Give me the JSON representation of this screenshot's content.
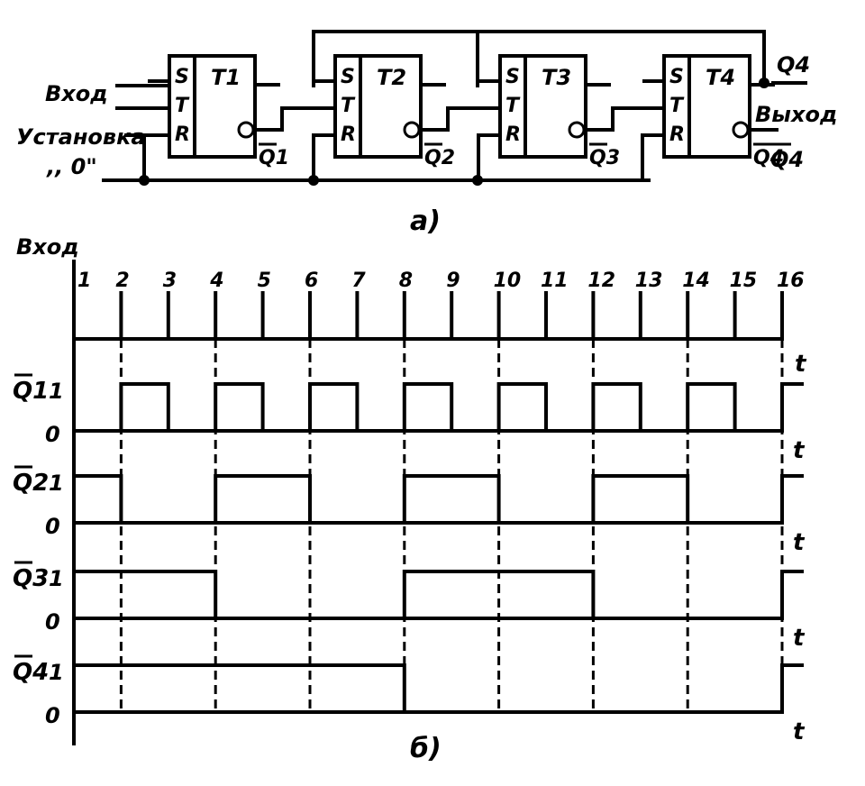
{
  "circuit": {
    "input_label": "Вход",
    "reset_label_line1": "Установка",
    "reset_label_line2": ",, 0\"",
    "flipflops": [
      {
        "name": "T1",
        "s": "S",
        "t": "T",
        "r": "R",
        "qbar": "Q1"
      },
      {
        "name": "T2",
        "s": "S",
        "t": "T",
        "r": "R",
        "qbar": "Q2"
      },
      {
        "name": "T3",
        "s": "S",
        "t": "T",
        "r": "R",
        "qbar": "Q3"
      },
      {
        "name": "T4",
        "s": "S",
        "t": "T",
        "r": "R",
        "qbar": "Q4"
      }
    ],
    "q4_label": "Q4",
    "output_label": "Выход",
    "output_qbar": "Q4",
    "caption": "a)"
  },
  "timing": {
    "input_label": "Вход",
    "pulse_numbers": [
      "1",
      "2",
      "3",
      "4",
      "5",
      "6",
      "7",
      "8",
      "9",
      "10",
      "11",
      "12",
      "13",
      "14",
      "15",
      "16"
    ],
    "axis_label": "t",
    "level_high": "1",
    "level_low": "0",
    "signals": [
      {
        "name": "Q1",
        "levels": [
          0,
          1,
          0,
          1,
          0,
          1,
          0,
          1,
          0,
          1,
          0,
          1,
          0,
          1,
          0,
          1
        ]
      },
      {
        "name": "Q2",
        "levels": [
          1,
          0,
          0,
          1,
          1,
          0,
          0,
          1,
          1,
          0,
          0,
          1,
          1,
          0,
          0,
          1
        ]
      },
      {
        "name": "Q3",
        "levels": [
          1,
          1,
          1,
          0,
          0,
          0,
          0,
          1,
          1,
          1,
          1,
          0,
          0,
          0,
          0,
          1
        ]
      },
      {
        "name": "Q4",
        "levels": [
          1,
          1,
          1,
          1,
          1,
          1,
          1,
          0,
          0,
          0,
          0,
          0,
          0,
          0,
          0,
          1
        ]
      }
    ],
    "caption": "б)"
  }
}
